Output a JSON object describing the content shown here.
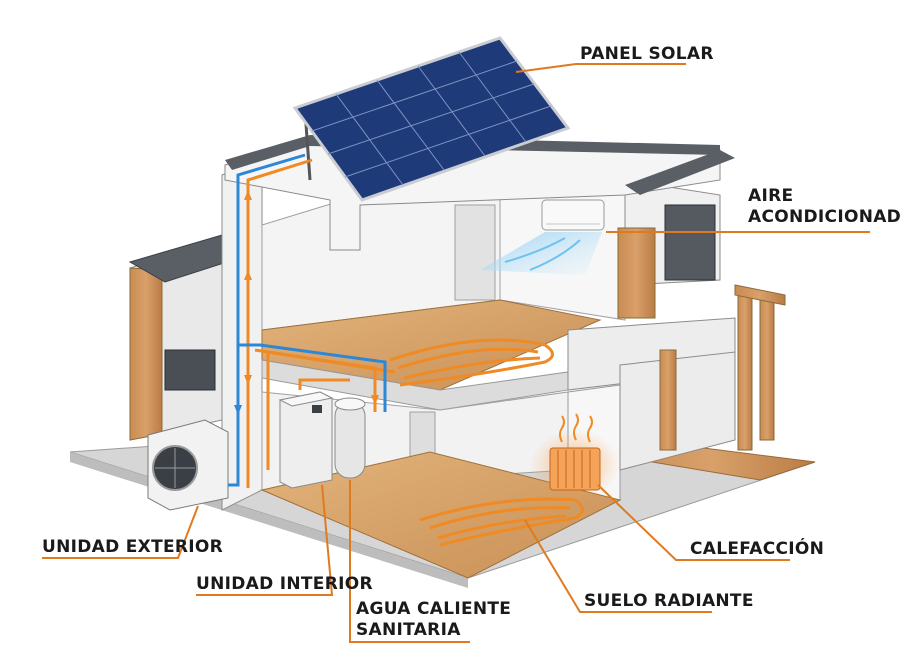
{
  "labels": {
    "solar_panel": "PANEL SOLAR",
    "air_conditioner": [
      "AIRE",
      "ACONDICIONADO"
    ],
    "outdoor_unit": "UNIDAD EXTERIOR",
    "indoor_unit": "UNIDAD INTERIOR",
    "hot_water": [
      "AGUA CALIENTE",
      "SANITARIA"
    ],
    "heating": "CALEFACCIÓN",
    "underfloor_heating": "SUELO RADIANTE"
  },
  "colors": {
    "callout_line": "#e07a1f",
    "hot_pipe": "#f08a24",
    "cold_pipe": "#2e86d6",
    "wood": "#c98c52",
    "solar_cell": "#2b4a8c"
  }
}
